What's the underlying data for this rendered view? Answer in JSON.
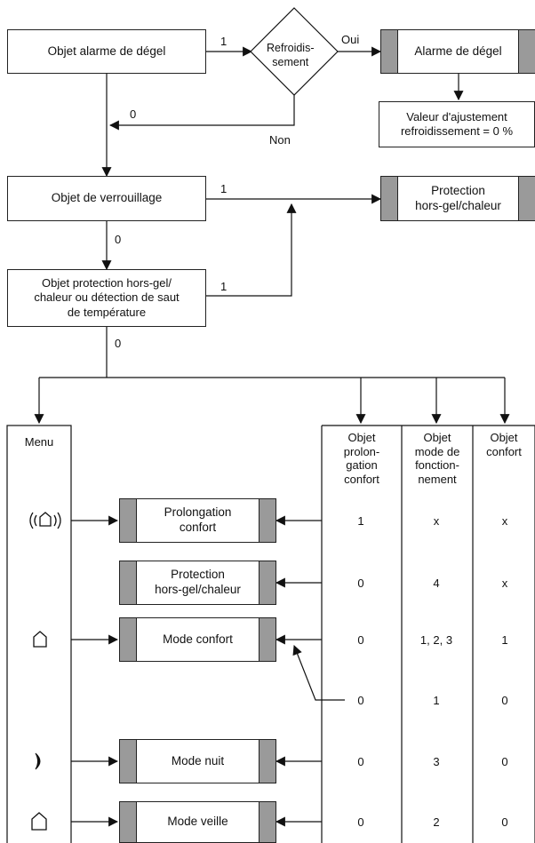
{
  "flow": {
    "box_frost_alarm": "Objet alarme de dégel",
    "diamond_cooling": "Refroidis-\nsement",
    "box_alarm_defrost": "Alarme de dégel",
    "box_adjust_value": "Valeur d'ajustement\nrefroidissement = 0 %",
    "box_lock_object": "Objet de verrouillage",
    "box_protection": "Protection\nhors-gel/chaleur",
    "box_protection_object": "Objet protection hors-gel/\nchaleur ou détection de saut\nde température",
    "label_1_top": "1",
    "label_oui": "Oui",
    "label_0_return": "0",
    "label_non": "Non",
    "label_1_lock": "1",
    "label_0_lock": "0",
    "label_1_prot": "1",
    "label_0_prot": "0"
  },
  "table": {
    "menu_header": "Menu",
    "col_prolongation": "Objet\nprolon-\ngation\nconfort",
    "col_mode": "Objet\nmode de\nfonction-\nnement",
    "col_confort": "Objet\nconfort",
    "modes": {
      "prolongation": "Prolongation\nconfort",
      "protection": "Protection\nhors-gel/chaleur",
      "confort": "Mode confort",
      "nuit": "Mode nuit",
      "veille": "Mode veille"
    },
    "rows": [
      {
        "prolongation": "1",
        "mode": "x",
        "confort": "x"
      },
      {
        "prolongation": "0",
        "mode": "4",
        "confort": "x"
      },
      {
        "prolongation": "0",
        "mode": "1, 2, 3",
        "confort": "1"
      },
      {
        "prolongation": "0",
        "mode": "1",
        "confort": "0"
      },
      {
        "prolongation": "0",
        "mode": "3",
        "confort": "0"
      },
      {
        "prolongation": "0",
        "mode": "2",
        "confort": "0"
      }
    ]
  },
  "icons": [
    "comfort-extension-icon",
    "comfort-icon",
    "night-moon-icon",
    "standby-house-icon"
  ]
}
